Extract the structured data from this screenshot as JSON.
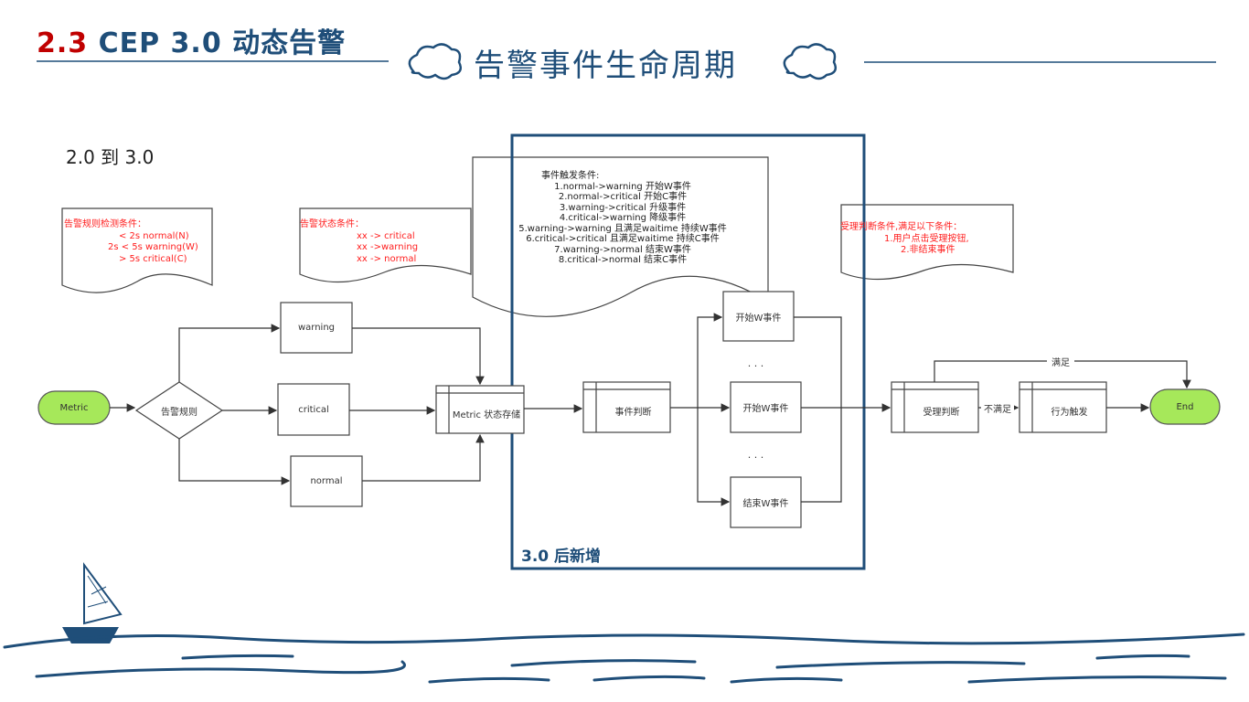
{
  "header": {
    "section_number": "2.3",
    "title": "CEP 3.0 动态告警",
    "subtitle": "告警事件生命周期"
  },
  "intro_label": "2.0 到 3.0",
  "new_region_label": "3.0 后新增",
  "notes": {
    "rule_conditions": {
      "title": "告警规则检测条件：",
      "lines": [
        "< 2s normal(N)",
        "2s < 5s warning(W)",
        "> 5s critical(C)"
      ]
    },
    "state_conditions": {
      "title": "告警状态条件：",
      "lines": [
        "xx ->  critical",
        "xx ->warning",
        "xx -> normal"
      ]
    },
    "event_trigger_conditions": {
      "title": "事件触发条件:",
      "lines": [
        "1.normal->warning  开始W事件",
        "2.normal->critical 开始C事件",
        "3.warning->critical 升级事件",
        "4.critical->warning 降级事件",
        "5.warning->warning 且满足waitime 持续W事件",
        "6.critical->critical 且满足waitime  持续C事件",
        "7.warning->normal 结束W事件",
        "8.critical->normal  结束C事件"
      ]
    },
    "accept_conditions": {
      "title": "受理判断条件,满足以下条件：",
      "lines": [
        "1.用户点击受理按钮,",
        "2.非结束事件"
      ]
    }
  },
  "nodes": {
    "start": "Metric",
    "rule_decision": "告警规则",
    "warning": "warning",
    "critical": "critical",
    "normal": "normal",
    "state_store": "Metric 状态存储",
    "event_judge": "事件判断",
    "start_w_event_top": "开始W事件",
    "ellipsis_1": "· · ·",
    "start_w_event_mid": "开始W事件",
    "ellipsis_2": "· · ·",
    "end_w_event": "结束W事件",
    "accept_judge": "受理判断",
    "action_trigger": "行为触发",
    "end": "End"
  },
  "edges": {
    "satisfied": "满足",
    "not_satisfied": "不满足"
  },
  "colors": {
    "brand_blue": "#1f4e79",
    "terminator_green": "#a6e85a",
    "note_red": "#ff2020"
  }
}
